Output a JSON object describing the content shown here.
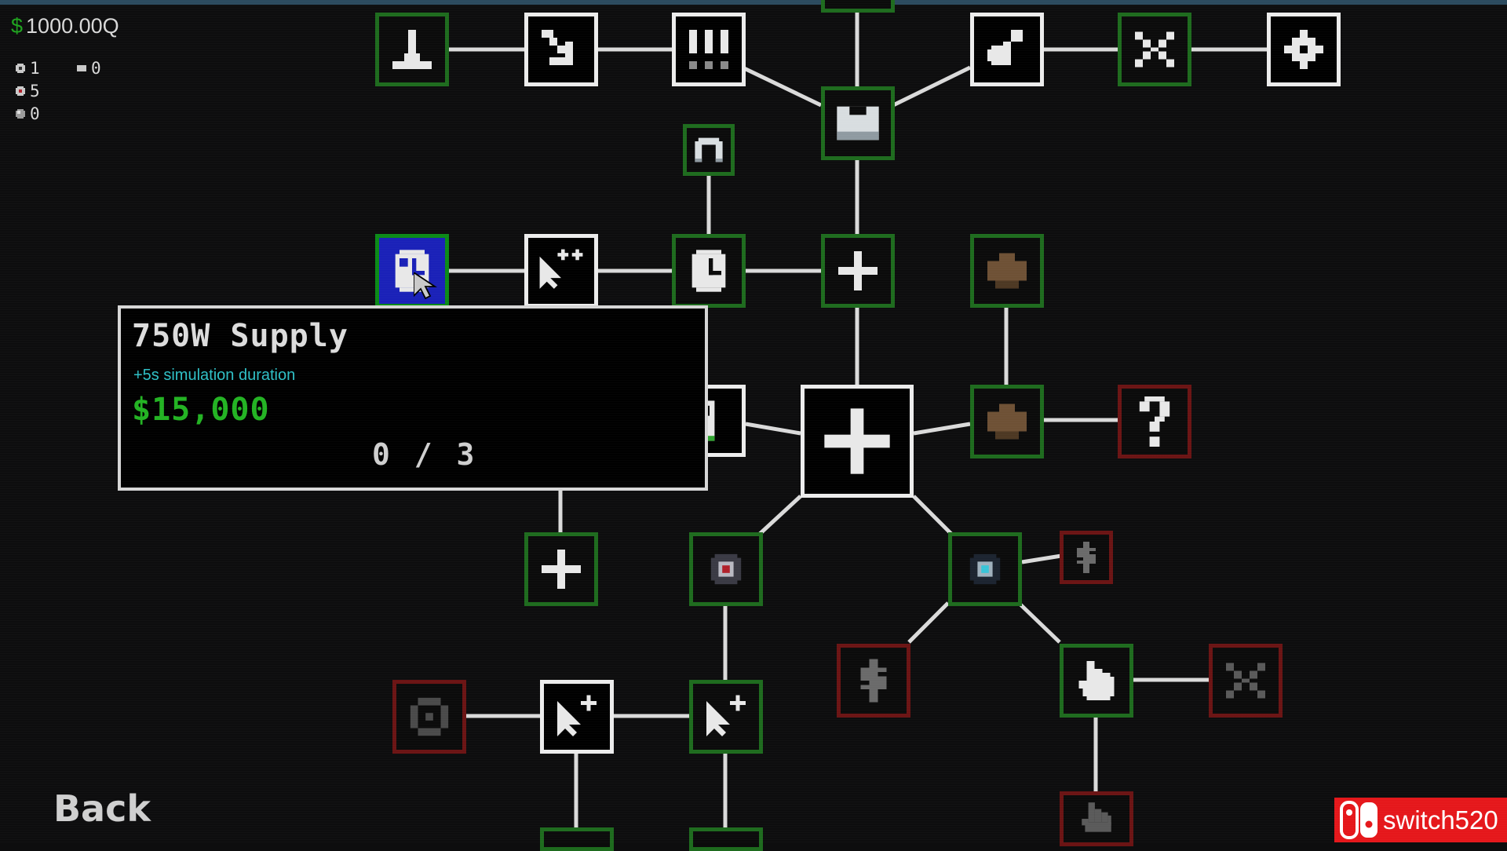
{
  "hud": {
    "currency_symbol": "$",
    "money": "1000.00Q",
    "stats": [
      {
        "icon": "gear-small-icon",
        "value": "1"
      },
      {
        "icon": "chip-icon",
        "value": "0"
      },
      {
        "icon": "ring-icon",
        "value": "5"
      },
      {
        "icon": "orb-icon",
        "value": "0"
      }
    ]
  },
  "tooltip": {
    "title": "750W Supply",
    "description": "+5s simulation duration",
    "price": "$15,000",
    "progress": "0 / 3"
  },
  "tree": {
    "nodes": [
      {
        "id": "pedestal",
        "icon": "pedestal-icon",
        "state": "available"
      },
      {
        "id": "arrow-corner",
        "icon": "arrow-down-right-icon",
        "state": "owned"
      },
      {
        "id": "exclaim",
        "icon": "triple-exclamation-icon",
        "state": "owned"
      },
      {
        "id": "hopper",
        "icon": "hopper-icon",
        "state": "available"
      },
      {
        "id": "connector",
        "icon": "connector-icon",
        "state": "owned"
      },
      {
        "id": "shuffle",
        "icon": "shuffle-icon",
        "state": "available"
      },
      {
        "id": "gear",
        "icon": "gear-icon",
        "state": "owned"
      },
      {
        "id": "magnet",
        "icon": "magnet-icon",
        "state": "available"
      },
      {
        "id": "power-supply-750w",
        "icon": "clock-icon",
        "state": "selected"
      },
      {
        "id": "cursor-plus-plus",
        "icon": "cursor-double-plus-icon",
        "state": "owned"
      },
      {
        "id": "clock",
        "icon": "clock-icon",
        "state": "available"
      },
      {
        "id": "plus-top",
        "icon": "plus-icon",
        "state": "available"
      },
      {
        "id": "brown-top",
        "icon": "blob-icon",
        "state": "available"
      },
      {
        "id": "hidden-battery",
        "icon": "battery-icon",
        "state": "owned"
      },
      {
        "id": "center-plus",
        "icon": "plus-icon",
        "state": "owned"
      },
      {
        "id": "brown-mid",
        "icon": "blob-icon",
        "state": "available"
      },
      {
        "id": "mystery",
        "icon": "question-icon",
        "state": "locked"
      },
      {
        "id": "plus-left",
        "icon": "plus-icon",
        "state": "available"
      },
      {
        "id": "red-eye",
        "icon": "red-eye-icon",
        "state": "available"
      },
      {
        "id": "blue-eye",
        "icon": "blue-eye-icon",
        "state": "available"
      },
      {
        "id": "dollar-small",
        "icon": "dollar-icon",
        "state": "locked"
      },
      {
        "id": "dollar-big",
        "icon": "dollar-icon",
        "state": "locked"
      },
      {
        "id": "hand",
        "icon": "hand-icon",
        "state": "available"
      },
      {
        "id": "shuffle-locked",
        "icon": "shuffle-icon",
        "state": "locked"
      },
      {
        "id": "dice-locked",
        "icon": "dice-icon",
        "state": "locked"
      },
      {
        "id": "cursor-plus-a",
        "icon": "cursor-plus-icon",
        "state": "owned"
      },
      {
        "id": "cursor-plus-b",
        "icon": "cursor-plus-icon",
        "state": "available"
      },
      {
        "id": "hand-locked",
        "icon": "hand-icon",
        "state": "locked"
      }
    ]
  },
  "back_label": "Back",
  "watermark": "switch520",
  "colors": {
    "background": "#0d0d0e",
    "owned_border": "#ececec",
    "available_border": "#1e6b1e",
    "locked_border": "#6b1414",
    "selected_fill": "#1a21b8",
    "price_green": "#23b323",
    "desc_cyan": "#2fc0c6"
  }
}
